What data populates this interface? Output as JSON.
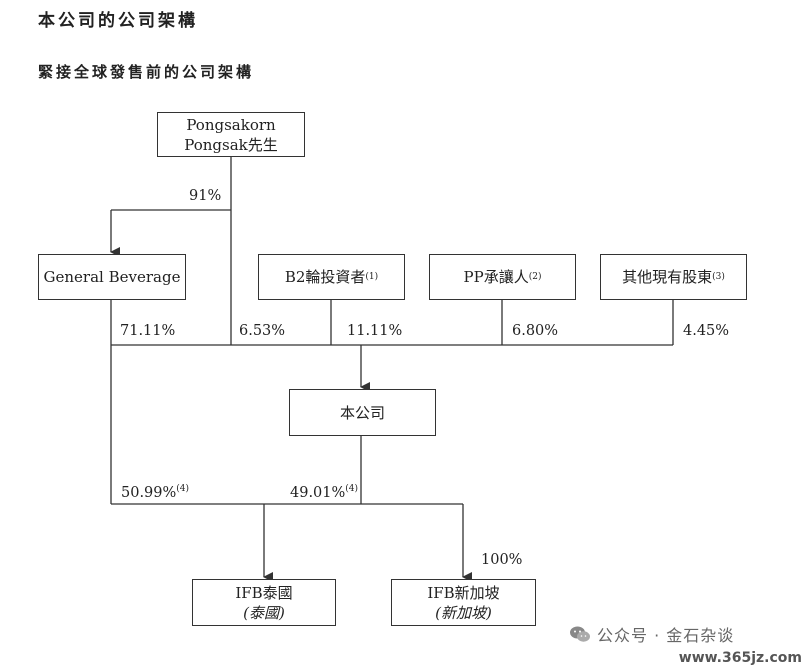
{
  "page_title": "本公司的公司架構",
  "section_title": "緊接全球發售前的公司架構",
  "entities": {
    "pongsakorn": {
      "line1": "Pongsakorn",
      "line2": "Pongsak先生"
    },
    "general_beverage": {
      "label": "General Beverage"
    },
    "b2": {
      "label": "B2輪投資者",
      "note": "(1)"
    },
    "pp": {
      "label": "PP承讓人",
      "note": "(2)"
    },
    "others": {
      "label": "其他現有股東",
      "note": "(3)"
    },
    "company": {
      "label": "本公司"
    },
    "ifb_th": {
      "label": "IFB泰國",
      "sub": "(泰國)"
    },
    "ifb_sg": {
      "label": "IFB新加坡",
      "sub": "(新加坡)"
    }
  },
  "percentages": {
    "p91": "91%",
    "p7111": "71.11%",
    "p653": "6.53%",
    "p1111": "11.11%",
    "p680": "6.80%",
    "p445": "4.45%",
    "p5099": "50.99%",
    "p5099_note": "(4)",
    "p4901": "49.01%",
    "p4901_note": "(4)",
    "p100": "100%"
  },
  "watermark": {
    "text": "公众号 · 金石杂谈",
    "url": "www.365jz.com",
    "icon": "wechat-icon"
  }
}
